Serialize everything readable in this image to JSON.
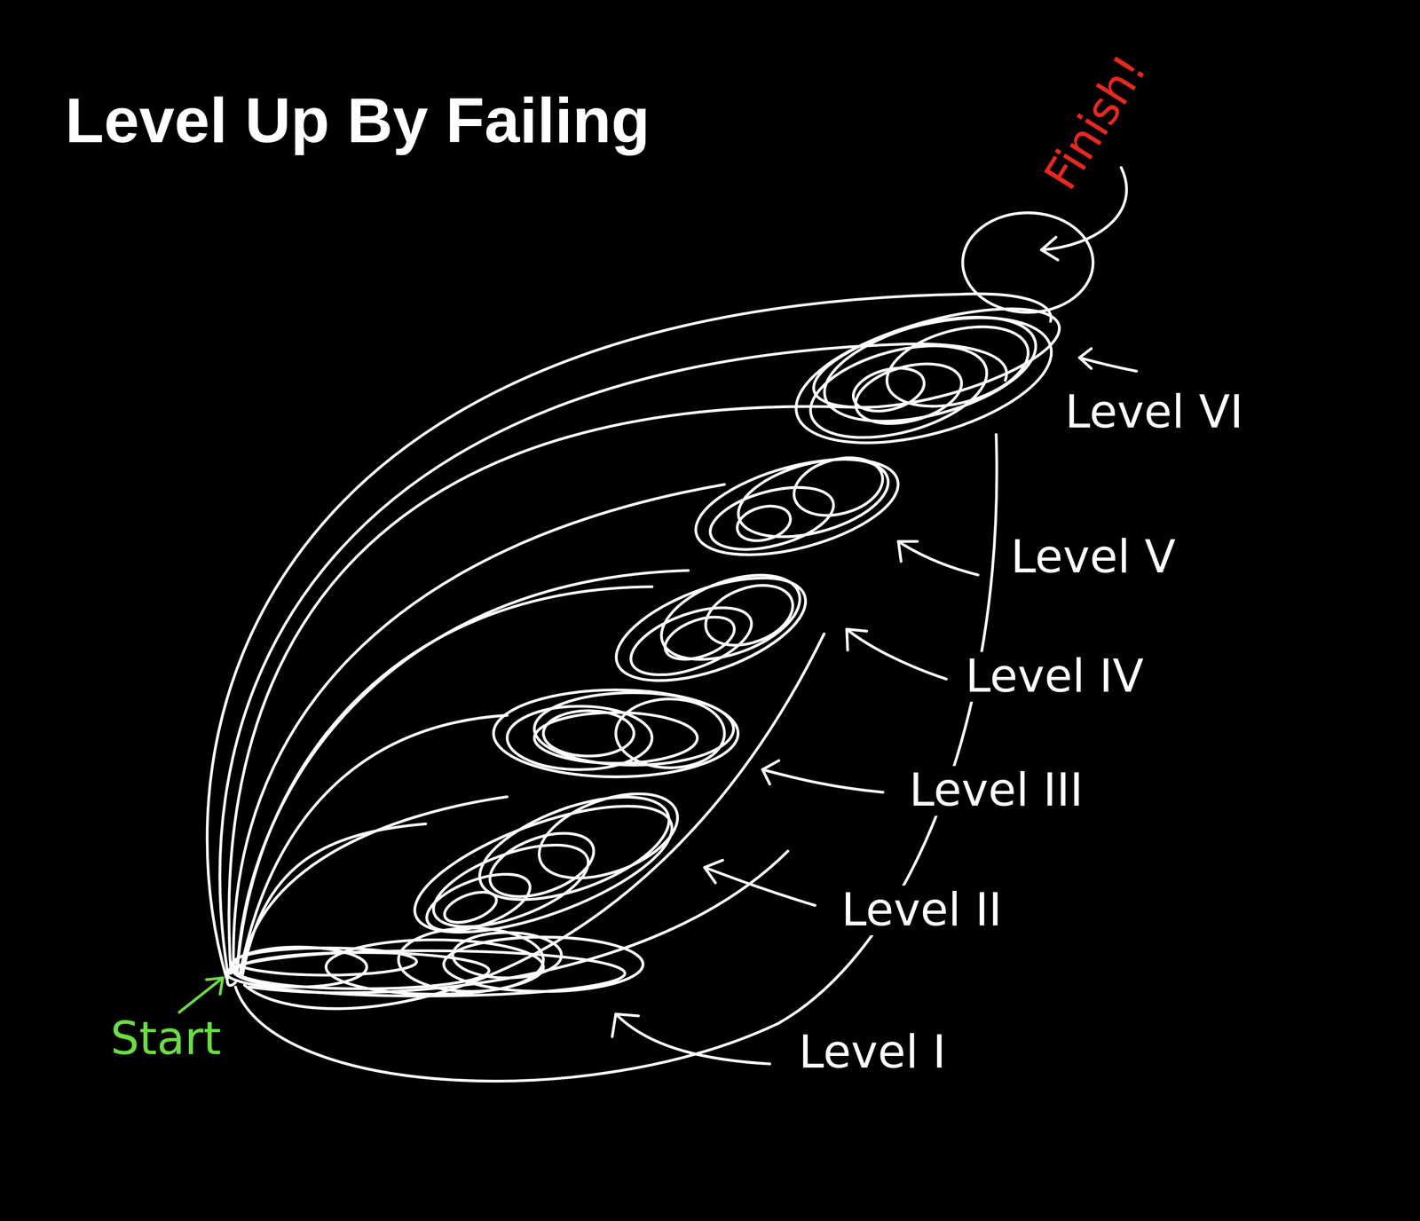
{
  "diagram": {
    "title": "Level Up By Failing",
    "labels": [
      "Finish!",
      "Level VI",
      "Level V",
      "Level IV",
      "Level III",
      "Level II",
      "Level I",
      "Start"
    ]
  }
}
